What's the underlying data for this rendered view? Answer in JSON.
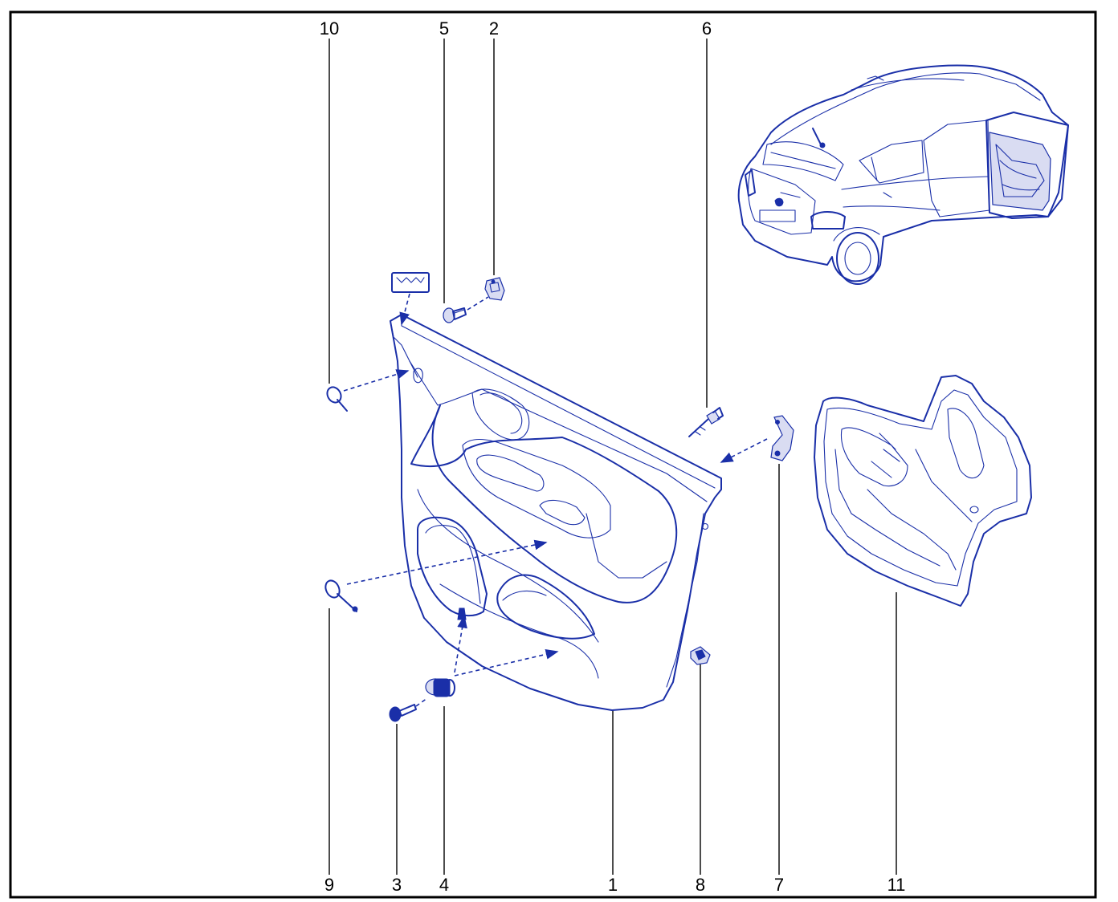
{
  "diagram": {
    "colors": {
      "ink": "#1a2fa8",
      "frame": "#000000",
      "background": "#ffffff"
    },
    "callouts": {
      "c1": "1",
      "c2": "2",
      "c3": "3",
      "c4": "4",
      "c5": "5",
      "c6": "6",
      "c7": "7",
      "c8": "8",
      "c9": "9",
      "c10": "10",
      "c11": "11"
    }
  }
}
